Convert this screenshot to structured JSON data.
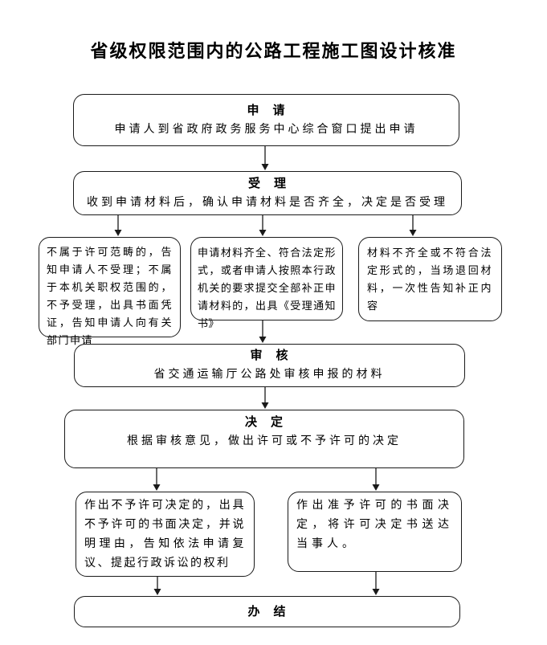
{
  "title": "省级权限范围内的公路工程施工图设计核准",
  "flow": {
    "apply": {
      "header": "申　请",
      "body": "申请人到省政府政务服务中心综合窗口提出申请"
    },
    "accept": {
      "header": "受　理",
      "body": "收到申请材料后，确认申请材料是否齐全，决定是否受理"
    },
    "reject_out_of_scope": {
      "body": "不属于许可范畴的，告知申请人不受理；不属于本机关职权范围的，不予受理，出具书面凭证，告知申请人向有关部门申请"
    },
    "accept_notice": {
      "body": "申请材料齐全、符合法定形式，或者申请人按照本行政机关的要求提交全部补正申请材料的，出具《受理通知书》"
    },
    "return_materials": {
      "body": "材料不齐全或不符合法定形式的，当场退回材料，一次性告知补正内容"
    },
    "review": {
      "header": "审　核",
      "body": "省交通运输厅公路处审核申报的材料"
    },
    "decide": {
      "header": "决　定",
      "body": "根据审核意见，做出许可或不予许可的决定"
    },
    "deny": {
      "body": "作出不予许可决定的，出具不予许可的书面决定，并说明理由，告知依法申请复议、提起行政诉讼的权利"
    },
    "grant": {
      "body": "作出准予许可的书面决定，将许可决定书送达当事人。"
    },
    "finish": {
      "header": "办　结"
    }
  }
}
